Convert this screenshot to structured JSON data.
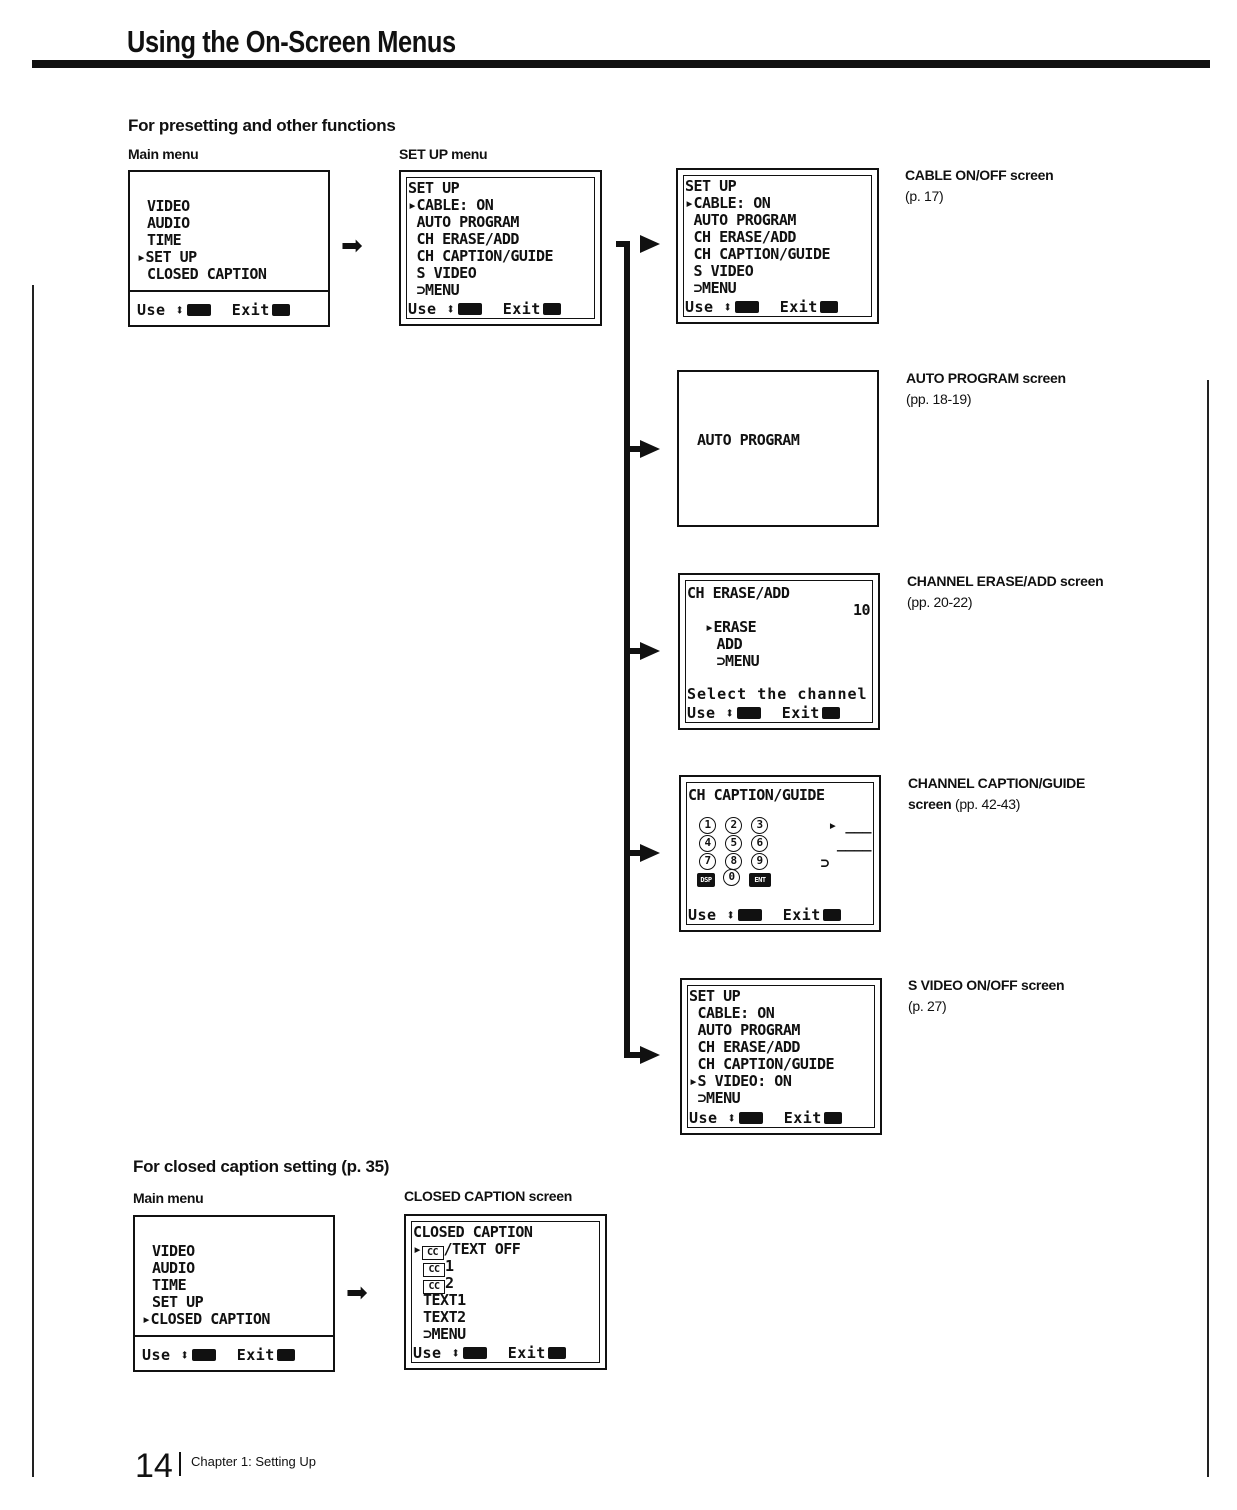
{
  "page_title": "Using the On-Screen Menus",
  "section_presetting": "For presetting and other functions",
  "section_caption": "For closed caption setting (p. 35)",
  "label_main_menu": "Main menu",
  "label_setup_menu": "SET UP menu",
  "label_cc_screen": "CLOSED CAPTION screen",
  "main_menu": [
    "VIDEO",
    "AUDIO",
    "TIME",
    "▸SET UP",
    "CLOSED CAPTION"
  ],
  "main_menu2": [
    "VIDEO",
    "AUDIO",
    "TIME",
    "SET UP",
    "▸CLOSED CAPTION"
  ],
  "footer_use": "Use ⬍",
  "footer_exit": "Exit",
  "setup_menu": [
    "SET UP",
    "▸CABLE: ON",
    " AUTO PROGRAM",
    " CH ERASE/ADD",
    " CH CAPTION/GUIDE",
    " S VIDEO",
    " ⊃MENU"
  ],
  "cable_screen": [
    "SET UP",
    "▸CABLE: ON",
    " AUTO PROGRAM",
    " CH ERASE/ADD",
    " CH CAPTION/GUIDE",
    " S VIDEO",
    " ⊃MENU"
  ],
  "cable_caption": {
    "title": "CABLE ON/OFF screen",
    "ref": "(p. 17)"
  },
  "auto_program_text": "AUTO PROGRAM",
  "auto_caption": {
    "title": "AUTO PROGRAM screen",
    "ref": "(pp. 18-19)"
  },
  "erase_screen": {
    "title": "CH ERASE/ADD",
    "channel": "10",
    "items": [
      "▸ERASE",
      " ADD",
      " ⊃MENU"
    ],
    "hint": "Select the channel"
  },
  "erase_caption": {
    "title": "CHANNEL ERASE/ADD screen",
    "ref": "(pp. 20-22)"
  },
  "guide_screen": {
    "title": "CH CAPTION/GUIDE",
    "keys": [
      [
        "1",
        "2",
        "3"
      ],
      [
        "4",
        "5",
        "6"
      ],
      [
        "7",
        "8",
        "9"
      ],
      [
        "DSP",
        "0",
        "ENT"
      ]
    ],
    "right": [
      "▸ ___",
      "____",
      "⊃"
    ]
  },
  "guide_caption": {
    "title": "CHANNEL CAPTION/GUIDE",
    "title2": "screen",
    "ref": "(pp. 42-43)"
  },
  "svideo_screen": [
    "SET UP",
    " CABLE: ON",
    " AUTO PROGRAM",
    " CH ERASE/ADD",
    " CH CAPTION/GUIDE",
    "▸S VIDEO: ON",
    " ⊃MENU"
  ],
  "svideo_caption": {
    "title": "S VIDEO ON/OFF screen",
    "ref": "(p. 27)"
  },
  "cc_screen": {
    "title": "CLOSED CAPTION",
    "line1_suffix": "/TEXT OFF",
    "cc_items": [
      "1",
      "2"
    ],
    "text_items": [
      "TEXT1",
      "TEXT2",
      "⊃MENU"
    ],
    "cc_label": "CC"
  },
  "page_number": "14",
  "chapter": "Chapter 1: Setting Up"
}
